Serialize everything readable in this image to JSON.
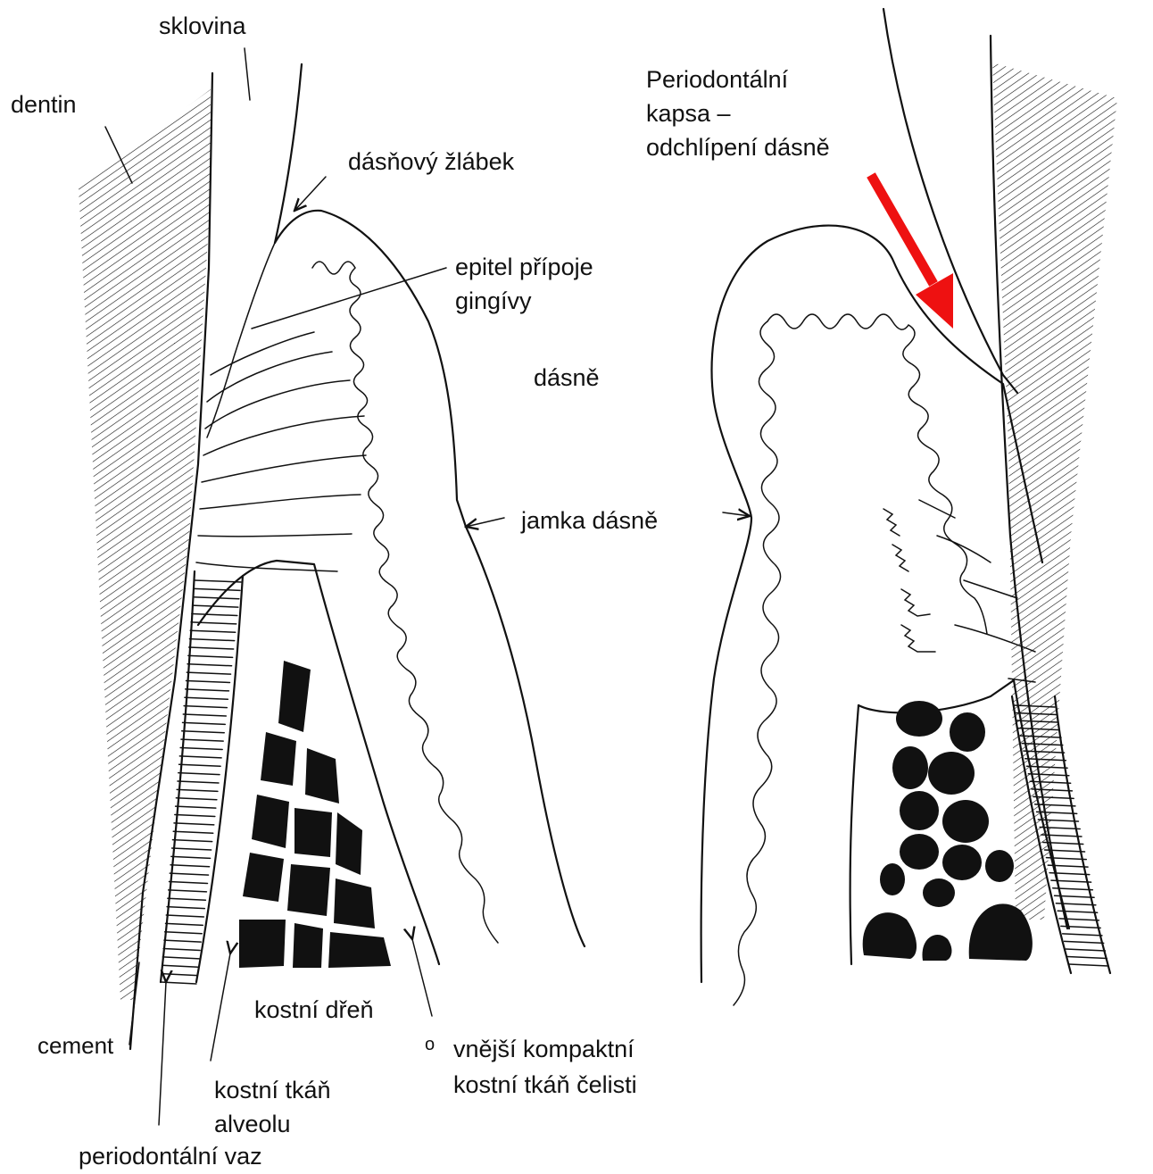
{
  "figure": {
    "left_panel": "normal_gingiva",
    "right_panel": "periodontal_pocket",
    "accent_color": "#ee1111",
    "ink_color": "#111111"
  },
  "labels": {
    "sklovina": "sklovina",
    "dentin": "dentin",
    "dasnovy_zlabek": "dásňový žlábek",
    "epitel_1": "epitel přípoje",
    "epitel_2": "gingívy",
    "dasne": "dásně",
    "jamka_dasne": "jamka dásně",
    "kostni_dren": "kostní dřeň",
    "cement": "cement",
    "kostni_tkan_alveolu_1": "kostní tkáň",
    "kostni_tkan_alveolu_2": "alveolu",
    "periodontalni_vaz": "periodontální vaz",
    "vnejsi_1": "vnější kompaktní",
    "vnejsi_2": "kostní tkáň čelisti",
    "kapsa_1": "Periodontální",
    "kapsa_2": "kapsa –",
    "kapsa_3": "odchlípení dásně",
    "stray_mark": "o"
  }
}
